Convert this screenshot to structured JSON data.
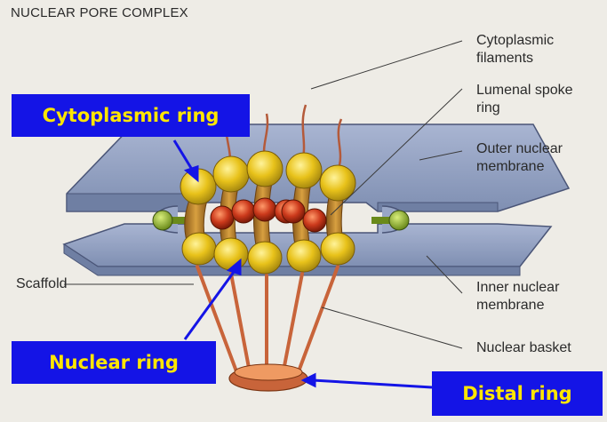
{
  "title": "NUCLEAR PORE COMPLEX",
  "labels": {
    "cytoplasmic_filaments": "Cytoplasmic\nfilaments",
    "lumenal_spoke_ring": "Lumenal spoke\nring",
    "outer_nuclear_membrane": "Outer nuclear\nmembrane",
    "inner_nuclear_membrane": "Inner nuclear\nmembrane",
    "nuclear_basket": "Nuclear basket",
    "scaffold": "Scaffold"
  },
  "callouts": {
    "cytoplasmic_ring": "Cytoplasmic ring",
    "nuclear_ring": "Nuclear ring",
    "distal_ring": "Distal ring"
  },
  "colors": {
    "background": "#eeece6",
    "membrane": "#8e9dbd",
    "yellow_ring": "#e8c21a",
    "lumenal_red": "#cc3a1c",
    "basket_orange": "#e0804a",
    "callout_bg": "#1414e6",
    "callout_text": "#ffe600"
  }
}
